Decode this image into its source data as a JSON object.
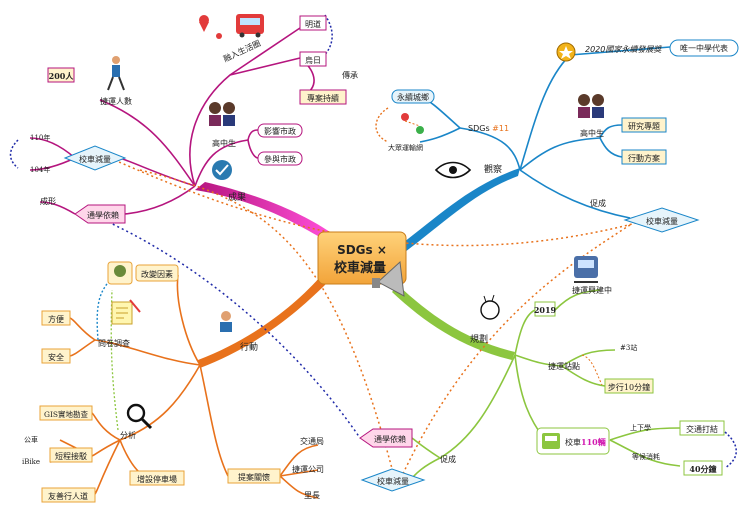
{
  "center": {
    "line1": "SDGs ×",
    "line2": "校車減量"
  },
  "branches": {
    "achievement": "成果",
    "observe": "觀察",
    "action": "行動",
    "plan": "規劃"
  },
  "achievement": {
    "life": {
      "label": "融入生活圈",
      "minglu": "明道",
      "wuri": "烏日",
      "project": "專案持續",
      "inherit": "傳承"
    },
    "metro": {
      "label": "捷運人數",
      "count": "200人"
    },
    "hs": {
      "label": "高中生",
      "influence": "影響市政",
      "participate": "參與市政"
    },
    "reduce": {
      "label": "校車減量",
      "y110": "110年",
      "y104": "104年"
    },
    "dep": {
      "label": "通學依賴",
      "shape": "成形"
    }
  },
  "observe": {
    "sdgs": "SDGs",
    "sdgs_num": "#11",
    "city": "永續城鄉",
    "mass": "大眾運輸網",
    "award": "2020國家永續發展獎",
    "rep": "唯一中學代表",
    "hs": "高中生",
    "research": "研究專題",
    "plan": "行動方案",
    "promote": "促成",
    "reduce": "校車減量"
  },
  "action": {
    "factor": "改變因素",
    "convenient": "方便",
    "safety": "安全",
    "survey": "問卷調查",
    "gis": "GIS實地勘查",
    "bus": "公車",
    "ibike": "iBike",
    "short": "短程接駁",
    "friendly": "友善行人道",
    "stop": "增設停車場",
    "analysis": "分析",
    "proposal": "提案關懷",
    "traffic": "交通局",
    "metroco": "捷運公司",
    "mayor": "里長"
  },
  "plan": {
    "year": "2019",
    "metro_build": "捷運興建中",
    "station": "捷運站點",
    "num": "#3站",
    "walk": "步行10分鐘",
    "schoolbus": "校車",
    "school_count": "110輛",
    "updown": "上下學",
    "jam": "交通打結",
    "wait": "等候消耗",
    "min40": "40分鐘",
    "dep": "通學依賴",
    "promote": "促成",
    "reduce": "校車減量"
  },
  "colors": {
    "magenta": "#b5157e",
    "blue": "#1a86c8",
    "orange": "#e8721c",
    "green": "#8cc63f",
    "dark_blue": "#1f2aa8",
    "nodeFill": "#fff3cc",
    "nodeStroke": "#e8a33a"
  }
}
